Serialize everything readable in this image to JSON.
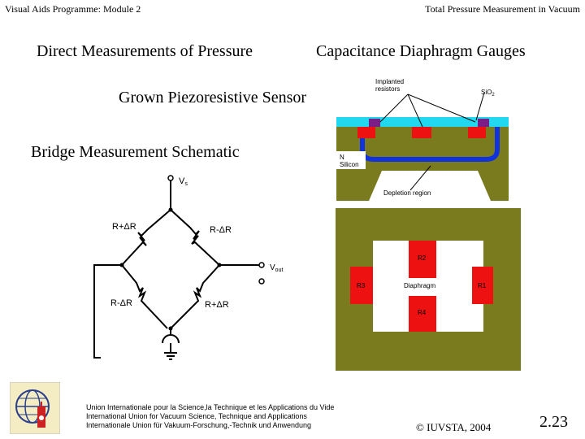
{
  "header": {
    "left": "Visual Aids Programme: Module 2",
    "right": "Total Pressure Measurement in Vacuum"
  },
  "titles": {
    "direct": "Direct Measurements of Pressure",
    "capacitance": "Capacitance Diaphragm Gauges",
    "grown": "Grown Piezoresistive Sensor",
    "bridge": "Bridge Measurement Schematic"
  },
  "bridge_diagram": {
    "vs": "V",
    "vs_sub": "s",
    "vout": "V",
    "vout_sub": "out",
    "r_top_left": "R+ΔR",
    "r_top_right": "R-ΔR",
    "r_bottom_left": "R-ΔR",
    "r_bottom_right": "R+ΔR"
  },
  "sensor_cross_section": {
    "implanted_label_1": "Implanted",
    "implanted_label_2": "resistors",
    "sio2": "SiO",
    "sio2_sub": "2",
    "n_silicon_1": "N",
    "n_silicon_2": "Silicon",
    "depletion": "Depletion region"
  },
  "sensor_top_view": {
    "r1": "R1",
    "r2": "R2",
    "r3": "R3",
    "r4": "R4",
    "diaphragm": "Diaphragm"
  },
  "footer": {
    "line1": "Union Internationale pour la Science,la Technique et les Applications du Vide",
    "line2": "International Union for Vacuum Science, Technique and Applications",
    "line3": "Internationale Union für Vakuum-Forschung,-Technik und Anwendung",
    "copyright": "© IUVSTA, 2004",
    "page": "2.23"
  },
  "colors": {
    "olive": "#7a7a1e",
    "cyan": "#22d8f0",
    "resistor_red": "#ee1111",
    "purple": "#7a1d86",
    "blue": "#1133dd"
  }
}
